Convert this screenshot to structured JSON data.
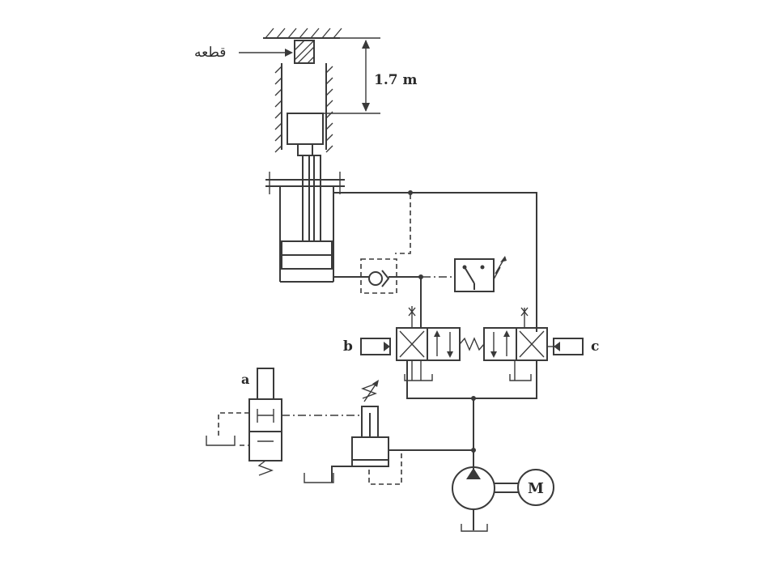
{
  "diagram": {
    "part_label": "قطعه",
    "distance_label": "1.7 m",
    "label_a": "a",
    "label_b": "b",
    "label_c": "c",
    "motor_label": "M"
  }
}
